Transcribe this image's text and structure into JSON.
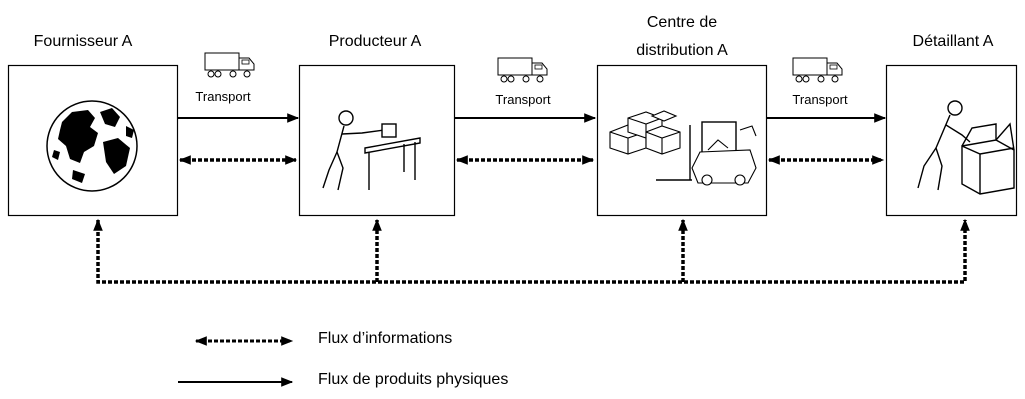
{
  "nodes": [
    {
      "name": "Fournisseur A",
      "icon": "globe-icon"
    },
    {
      "name": "Producteur A",
      "icon": "worker-at-table-icon"
    },
    {
      "name": "Centre de distribution A",
      "line1": "Centre de",
      "line2": "distribution A",
      "icon": "boxes-and-forklift-icon"
    },
    {
      "name": "Détaillant A",
      "icon": "worker-with-box-icon"
    }
  ],
  "transport": [
    {
      "label": "Transport",
      "icon": "truck-icon"
    },
    {
      "label": "Transport",
      "icon": "truck-icon"
    },
    {
      "label": "Transport",
      "icon": "truck-icon"
    }
  ],
  "legend": {
    "info_flow": "Flux d’informations",
    "physical_flow": "Flux de produits physiques"
  },
  "colors": {
    "line": "#000000",
    "box_border": "#000000",
    "background": "#ffffff"
  }
}
